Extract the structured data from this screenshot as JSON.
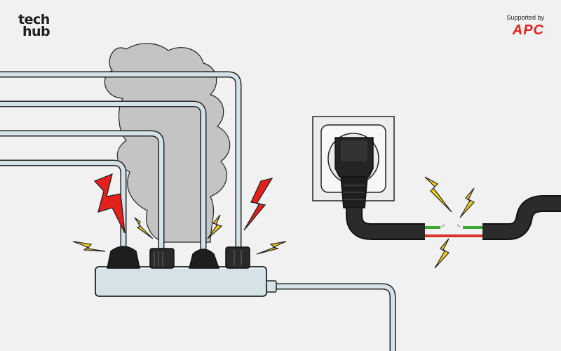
{
  "branding": {
    "logo_line1": "tech",
    "logo_line2": "hub",
    "sponsor_caption": "Supported by",
    "sponsor_brand": "APC"
  },
  "illustration": {
    "left_scene": "overloaded-power-strip",
    "right_scene": "damaged-cord-in-wall-socket"
  },
  "colors": {
    "background": "#f1f1f2",
    "cable_fill": "#d5e3e8",
    "smoke": "#c4c4c4",
    "danger_red": "#e4201c",
    "spark_yellow": "#f6d21a",
    "plug_black": "#1e1e1e",
    "wire_green": "#3aaa35",
    "wire_red": "#d9342b"
  }
}
